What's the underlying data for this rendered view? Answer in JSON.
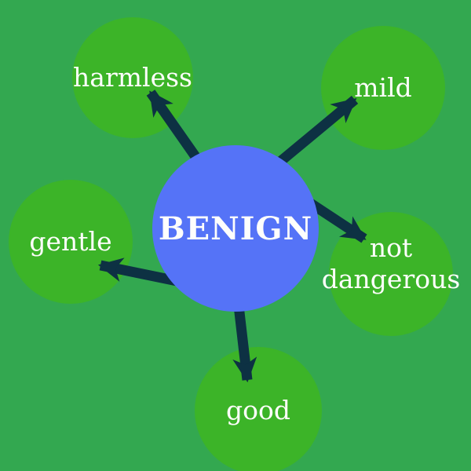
{
  "diagram": {
    "type": "word-map",
    "center": {
      "label": "BENIGN"
    },
    "synonyms": [
      {
        "label": "harmless"
      },
      {
        "label": "mild"
      },
      {
        "label": "gentle"
      },
      {
        "label": "not dangerous"
      },
      {
        "label": "good"
      }
    ],
    "colors": {
      "background": "#33A850",
      "satellite_circle": "#3CB428",
      "center_circle": "#5573F7",
      "arrow": "#0D3143",
      "text": "#FEFEFC"
    }
  }
}
